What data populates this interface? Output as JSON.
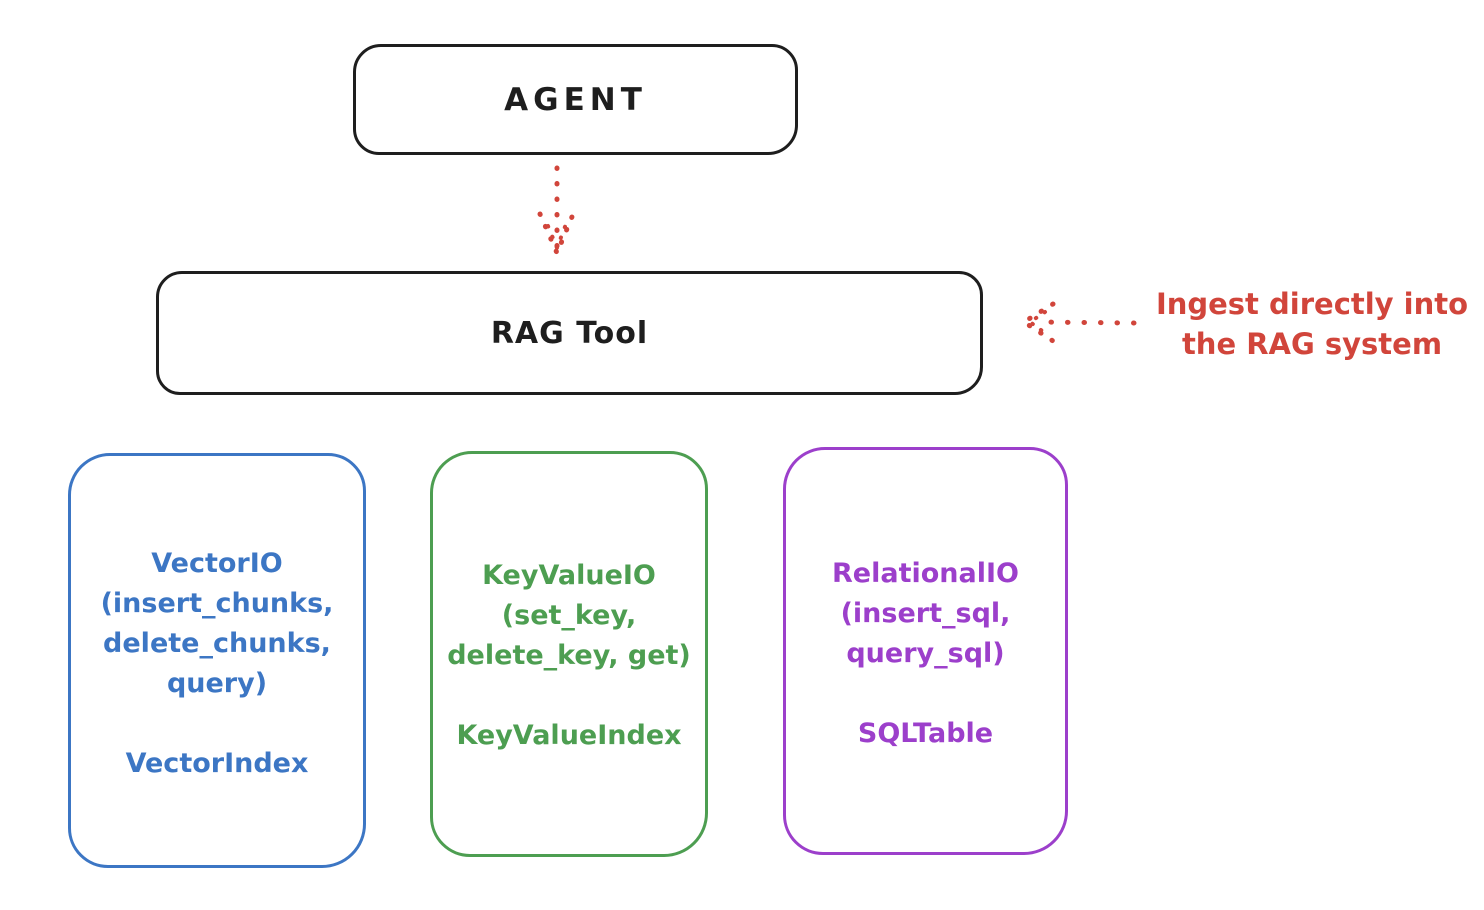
{
  "diagram": {
    "type": "flowchart",
    "background": "#ffffff",
    "agent": {
      "label": "AGENT",
      "color": "#1e1e1e"
    },
    "rag_tool": {
      "label": "RAG Tool",
      "color": "#1e1e1e"
    },
    "annotation": {
      "line1": "Ingest directly into",
      "line2": "the RAG system",
      "color": "#d1453b"
    },
    "arrows": [
      {
        "name": "agent-to-rag-tool",
        "style": "dotted",
        "color": "#d1453b",
        "direction": "down"
      },
      {
        "name": "annotation-to-rag-tool",
        "style": "dotted",
        "color": "#d1453b",
        "direction": "left"
      }
    ],
    "io_boxes": [
      {
        "title": "VectorIO",
        "color": "#3c76c4",
        "lines": [
          "VectorIO",
          "(insert_chunks,",
          "delete_chunks,",
          "query)"
        ],
        "index_label": "VectorIndex"
      },
      {
        "title": "KeyValueIO",
        "color": "#4d9e51",
        "lines": [
          "KeyValueIO",
          "(set_key,",
          "delete_key, get)"
        ],
        "index_label": "KeyValueIndex"
      },
      {
        "title": "RelationalIO",
        "color": "#9c3fcb",
        "lines": [
          "RelationalIO",
          "(insert_sql,",
          "query_sql)"
        ],
        "index_label": "SQLTable"
      }
    ]
  }
}
